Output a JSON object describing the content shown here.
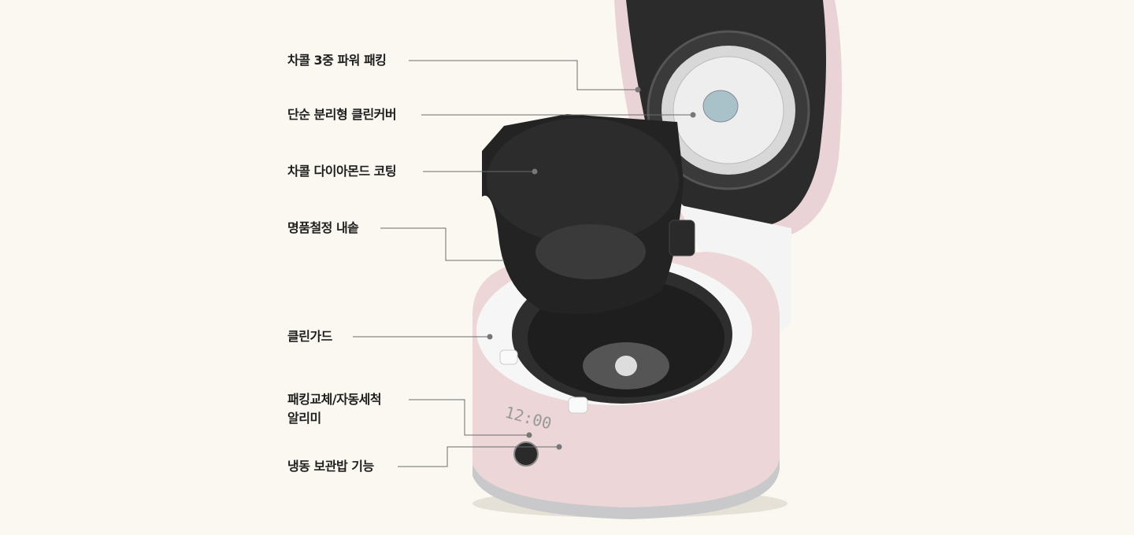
{
  "callouts": [
    {
      "label": "차콜 3중 파워 패킹"
    },
    {
      "label": "단순 분리형 클린커버"
    },
    {
      "label": "차콜 다이아몬드 코팅"
    },
    {
      "label": "명품철정 내솥"
    },
    {
      "label": "클린가드"
    },
    {
      "label": "패킹교체/자동세척",
      "label2": "알리미"
    },
    {
      "label": "냉동 보관밥 기능"
    }
  ],
  "colors": {
    "background": "#faf8f1",
    "leader_line": "#6b6b6b",
    "body": "#ecd6d8",
    "lid_inner": "#2a2a2a",
    "pot": "#222222"
  },
  "product": {
    "display_time": "12:00"
  }
}
